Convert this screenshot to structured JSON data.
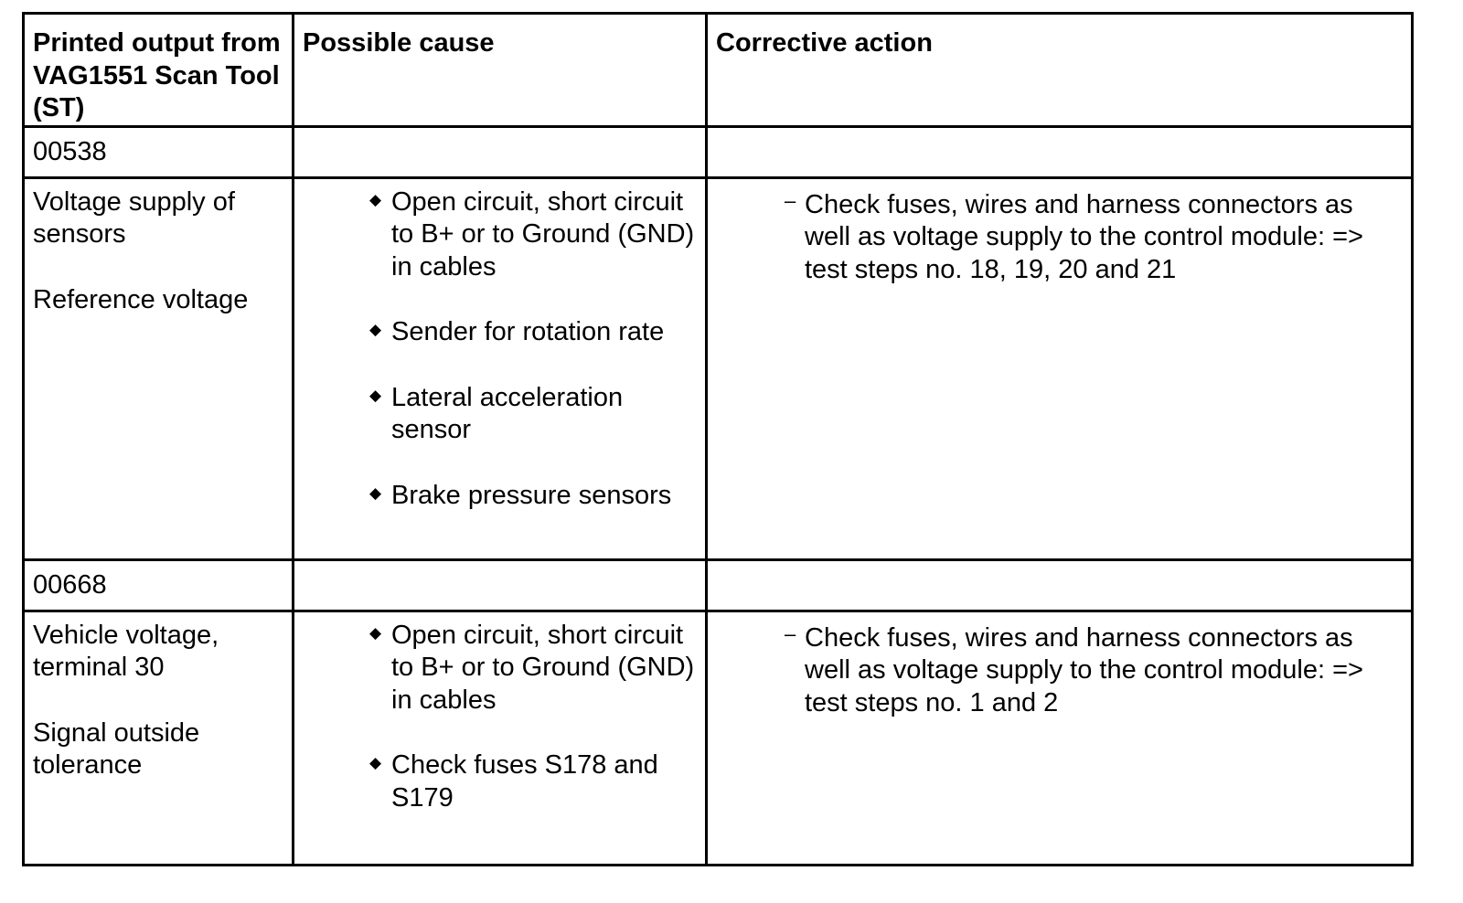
{
  "headers": {
    "col1": "Printed output from VAG1551 Scan Tool (ST)",
    "col2": "Possible cause",
    "col3": "Corrective action"
  },
  "icons": {
    "bullet": "diamond-bullet-icon",
    "dash": "dash-bullet-icon"
  },
  "faults": [
    {
      "code": "00538",
      "description": [
        "Voltage supply of sensors",
        "Reference voltage"
      ],
      "causes": [
        "Open circuit, short circuit to B+ or to Ground (GND) in cables",
        "Sender for rotation rate",
        "Lateral acceleration sensor",
        "Brake pressure sensors"
      ],
      "actions": [
        "Check fuses, wires and harness connectors as well as voltage supply to the control module: => test steps no. 18, 19, 20 and 21"
      ]
    },
    {
      "code": "00668",
      "description": [
        "Vehicle voltage, terminal 30",
        "Signal outside tolerance"
      ],
      "causes": [
        "Open circuit, short circuit to B+ or to Ground (GND) in cables",
        "Check fuses S178 and S179"
      ],
      "actions": [
        "Check fuses, wires and harness connectors as well as voltage supply to the control module: => test steps no. 1 and 2"
      ]
    }
  ]
}
